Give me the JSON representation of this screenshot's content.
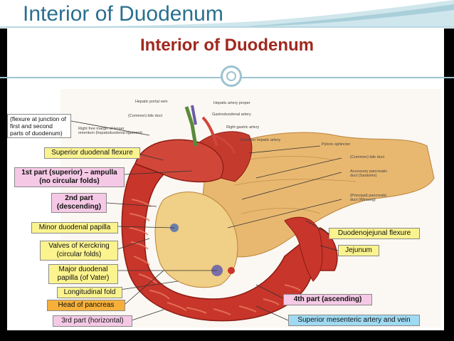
{
  "slide": {
    "title": "Interior of Duodenum"
  },
  "diagram": {
    "title": "Interior of Duodenum",
    "labels": {
      "flexure_note": [
        "(flexure at junction of",
        "first and second",
        "parts of duodenum)"
      ],
      "superior_flexure": "Superior duodenal flexure",
      "first_part": [
        "1st part (superior) – ampulla",
        "(no circular folds)"
      ],
      "second_part": [
        "2nd part",
        "(descending)"
      ],
      "minor_papilla": "Minor duodenal papilla",
      "valves_kerckring": [
        "Valves of Kerckring",
        "(circular folds)"
      ],
      "major_papilla": [
        "Major duodenal",
        "papilla (of Vater)"
      ],
      "longitudinal_fold": "Longitudinal fold",
      "head_pancreas": "Head of pancreas",
      "third_part": "3rd part (horizontal)",
      "fourth_part": "4th part (ascending)",
      "duodenojejunal_flexure": "Duodenojejunal flexure",
      "jejunum": "Jejunum",
      "sup_mesenteric": "Superior mesenteric artery and vein"
    },
    "small_labels": {
      "hepatic_portal_vein": "Hepatic portal vein",
      "hepatic_artery_proper": "Hepatic artery proper",
      "common_bile_duct_top": "(Common) bile duct",
      "gastroduodenal_artery": "Gastroduodenal artery",
      "right_gastric_artery": "Right gastric artery",
      "common_hepatic_artery": "Common hepatic artery",
      "pyloric_sphincter": "Pyloric sphincter",
      "right_free_margin": [
        "Right free margin of lesser",
        "omentum (hepatoduodenal ligament)"
      ],
      "common_bile_duct_right": "(Common) bile duct",
      "accessory_duct": [
        "Accessory pancreatic",
        "duct (Santorini)"
      ],
      "principal_duct": [
        "(Principal) pancreatic",
        "duct (Wirsung)"
      ]
    }
  },
  "colors": {
    "slide_title": "#2a6f8f",
    "diagram_title": "#a0281e",
    "label_yellow": "#fbf38e",
    "label_pink": "#f5c9e6",
    "label_orange": "#f6b03a",
    "label_blue": "#9fdaf2",
    "duodenum_red": "#c8352a",
    "pancreas_tan": "#e9b870"
  }
}
